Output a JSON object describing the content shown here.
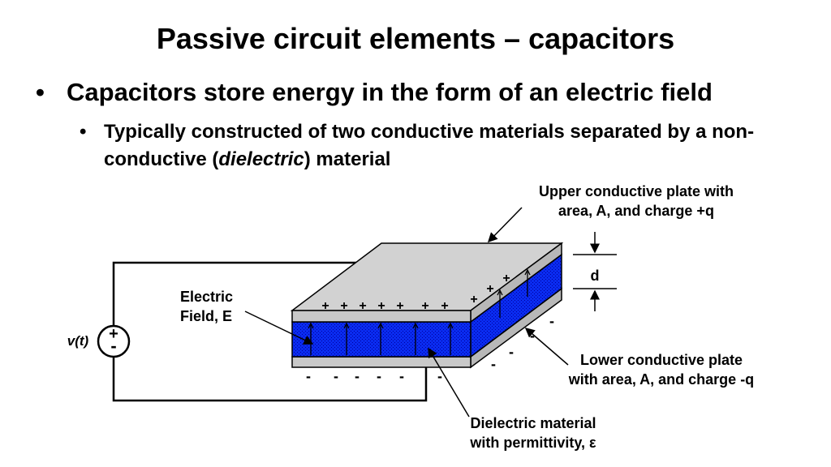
{
  "slide": {
    "title": "Passive circuit elements – capacitors",
    "bullet1": "Capacitors store energy in the form of an electric field",
    "bullet2_a": "Typically constructed of two conductive materials separated by a non-conductive (",
    "bullet2_em": "dielectric",
    "bullet2_b": ") material",
    "bullet_char": "•"
  },
  "diagram": {
    "labels": {
      "upper_plate_1": "Upper conductive plate with",
      "upper_plate_2": "area, A, and charge +q",
      "lower_plate_1": "Lower conductive plate",
      "lower_plate_2": "with area, A, and charge -q",
      "dielectric_1": "Dielectric material",
      "dielectric_2": "with permittivity, ε",
      "field_1": "Electric",
      "field_2": "Field, E",
      "source": "v(t)",
      "plus": "+",
      "minus": "-",
      "gap": "d"
    },
    "colors": {
      "plate": "#c8c8c8",
      "plate_top": "#d2d2d2",
      "dielectric": "#0a2cf0",
      "wire": "#000000"
    }
  }
}
